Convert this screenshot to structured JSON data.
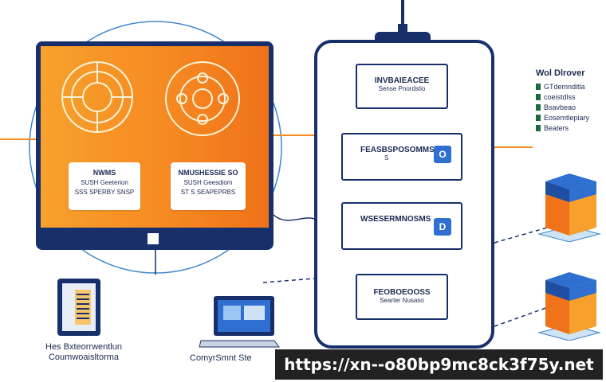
{
  "monitor": {
    "card_left": {
      "title": "NWMS",
      "line1": "SUSH Geeterion",
      "line2": "SSS SPERBY SNSP"
    },
    "card_right": {
      "title": "NMUSHESSIE SO",
      "line1": "SUSH Geesdiom",
      "line2": "ST S SEAPEPRBS"
    }
  },
  "device": {
    "box1": {
      "title": "INVBAIEACEE",
      "subtitle": "Sense Pnordstio"
    },
    "box2": {
      "title": "FEASBSPOSOMMS",
      "subtitle": "S",
      "icon": "O"
    },
    "box3": {
      "title": "WSESERMNOSMS",
      "subtitle": "",
      "icon": "D"
    },
    "box4": {
      "title": "FEOBOEOOSS",
      "subtitle": "Searter Nusaso"
    }
  },
  "legend": {
    "heading": "Wol Dlrover",
    "items": [
      "GTdemnditla",
      "coeistdlss",
      "Bsavbeao",
      "Eosemtlepiary",
      "Beaters"
    ]
  },
  "captions": {
    "server": [
      "Hes Bxteorrwentlun",
      "Coumwoaisltorma"
    ],
    "laptop": "ComyrSmnt Ste"
  },
  "url": "https://xn--o80bp9mc8ck3f75y.net",
  "colors": {
    "navy": "#17306b",
    "orange": "#f58a22",
    "blue": "#2f6fd0"
  }
}
